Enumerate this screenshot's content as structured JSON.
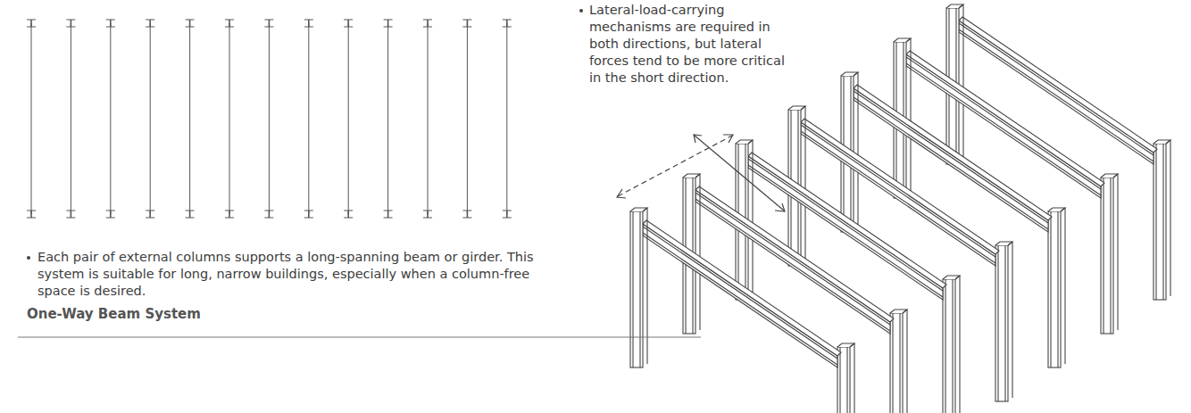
{
  "diagram": {
    "title": "One-Way Beam System",
    "labels": [
      "Each pair of external columns supports a long-spanning beam or girder. This system is suitable for long, narrow buildings, especially when a column-free space is desired.",
      "Lateral-load-carrying mechanisms are required in both directions, but lateral forces tend to be more critical in the short direction."
    ]
  }
}
